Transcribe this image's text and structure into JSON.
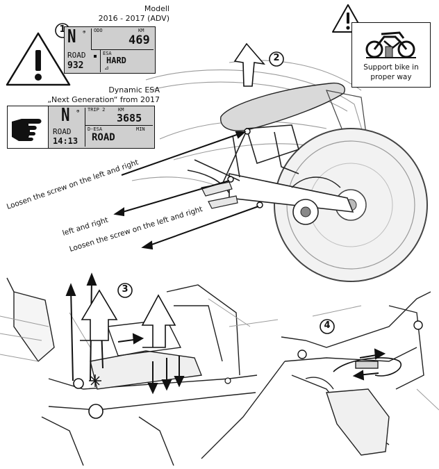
{
  "callouts": {
    "step1": "1",
    "step2": "2",
    "step3": "3",
    "step4": "4"
  },
  "top_left": {
    "model_label": "Modell",
    "model_years": "2016 - 2017 (ADV)",
    "lcd1": {
      "gear": "N",
      "odo_label": "ODO",
      "odo_unit": "KM",
      "odo_value": "469",
      "mode": "ROAD",
      "value2": "932",
      "esa_label": "ESA",
      "esa_value": "HARD",
      "load_icon": "rider-icon"
    },
    "esa_title": "Dynamic ESA",
    "esa_subtitle": "„Next Generation“ from 2017",
    "lcd2": {
      "gear": "N",
      "trip_label": "TRIP 2",
      "trip_unit": "KM",
      "trip_value": "3685",
      "mode": "ROAD",
      "time": "14:13",
      "desa_label": "D-ESA",
      "desa_unit": "MIN",
      "desa_value": "ROAD"
    },
    "warning_icon": "warning-triangle-icon",
    "hand_icon": "pointing-hand-icon"
  },
  "support": {
    "icon": "motorcycle-stand-icon",
    "text_line1": "Support bike in",
    "text_line2": "proper way"
  },
  "labels": {
    "loosen1": "Loosen the screw on the left and right",
    "left_right": "left and right",
    "loosen2": "Loosen the screw on the left and right"
  },
  "colors": {
    "lcd_bg": "#cfcfcf",
    "line": "#111111",
    "sketch": "#9a9a9a"
  }
}
